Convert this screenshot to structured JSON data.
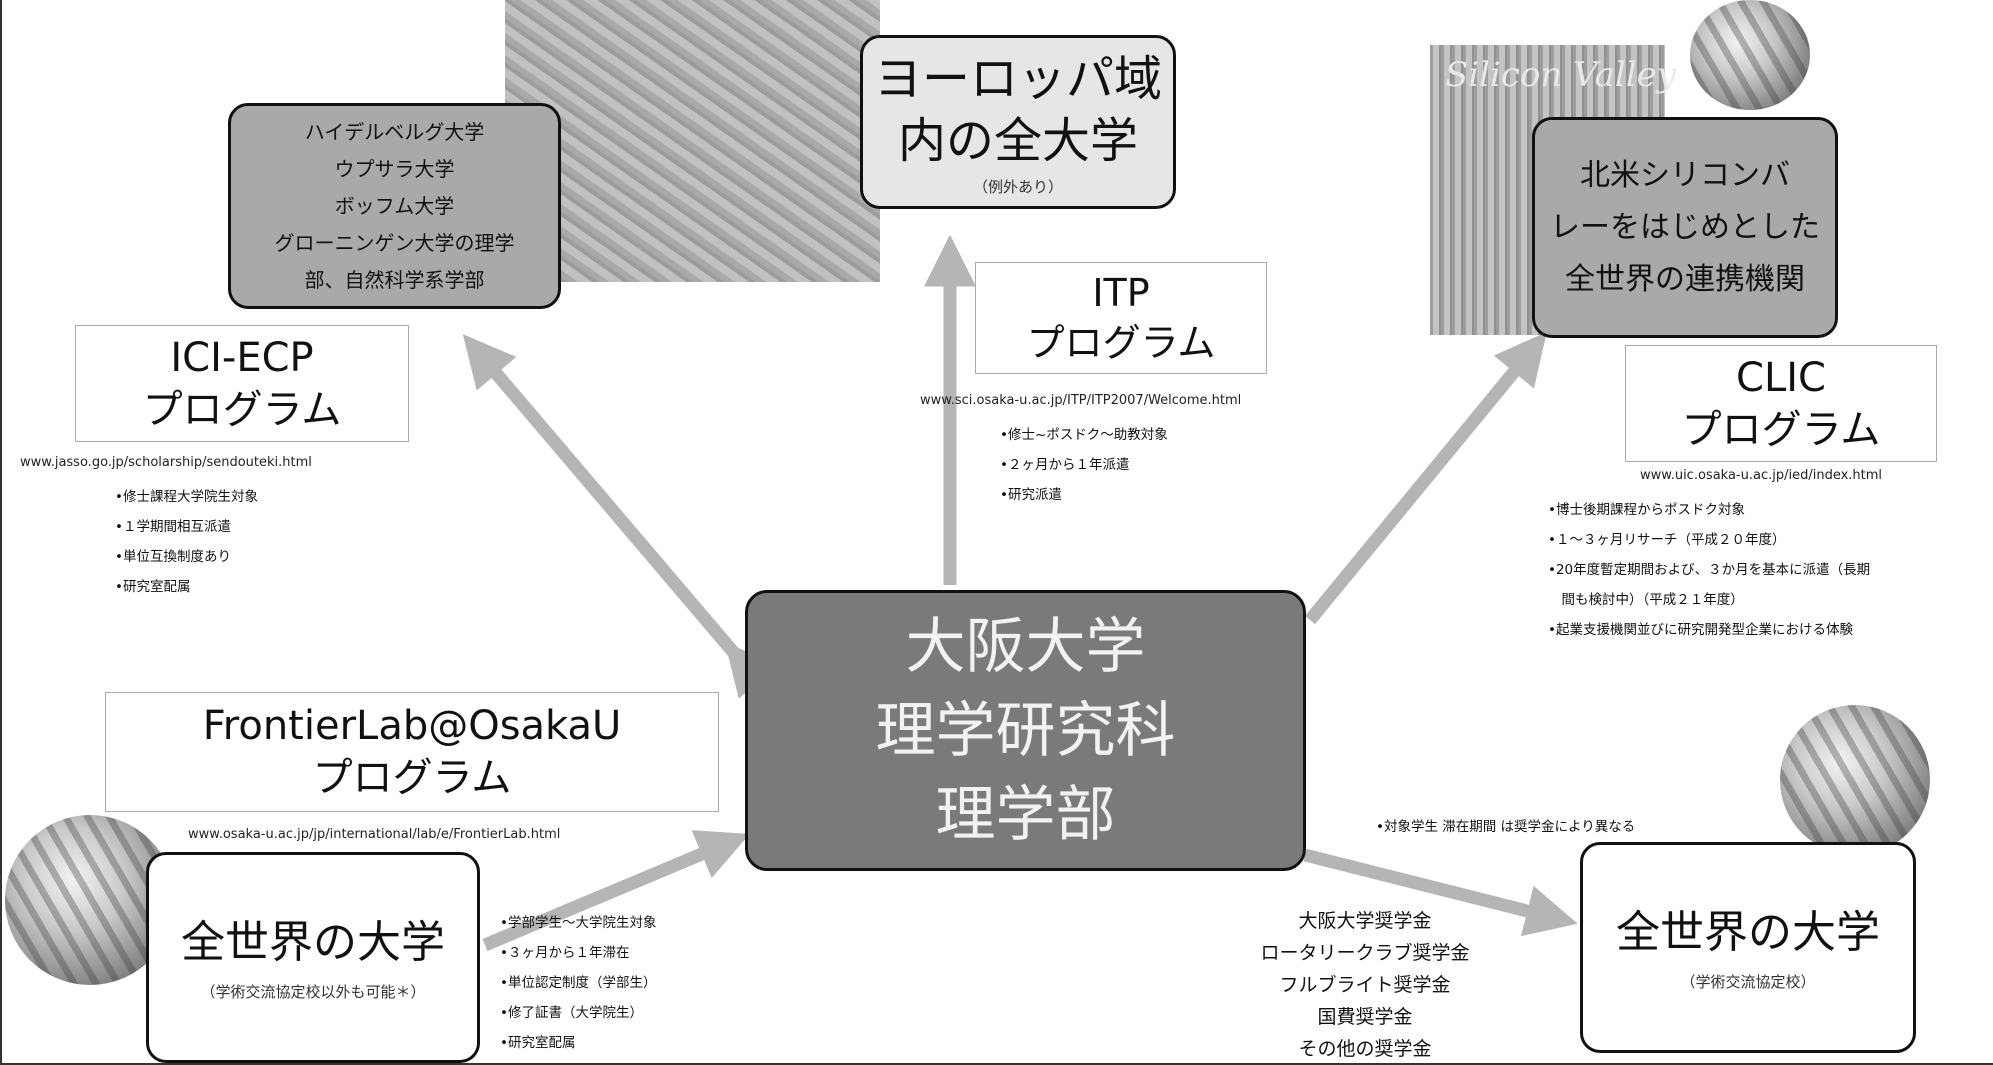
{
  "center": {
    "lines": [
      "大阪大学",
      "理学研究科",
      "理学部"
    ]
  },
  "ici": {
    "title_lines": [
      "ICI-ECP",
      "プログラム"
    ],
    "url": "www.jasso.go.jp/scholarship/sendouteki.html",
    "bullets": [
      "•修士課程大学院生対象",
      "•１学期間相互派遣",
      "•単位互換制度あり",
      "•研究室配属"
    ],
    "dest_lines": [
      "ハイデルベルグ大学",
      "ウプサラ大学",
      "ボッフム大学",
      "グローニンゲン大学の理学",
      "部、自然科学系学部"
    ]
  },
  "itp": {
    "title_lines": [
      "ITP",
      "プログラム"
    ],
    "url": "www.sci.osaka-u.ac.jp/ITP/ITP2007/Welcome.html",
    "bullets": [
      "•修士~ポスドク〜助教対象",
      "•２ヶ月から１年派遣",
      "•研究派遣"
    ],
    "dest_lines": [
      "ヨーロッパ域",
      "内の全大学"
    ],
    "dest_note": "（例外あり）"
  },
  "clic": {
    "title_lines": [
      "CLIC",
      "プログラム"
    ],
    "url": "www.uic.osaka-u.ac.jp/ied/index.html",
    "bullets": [
      "•博士後期課程からポスドク対象",
      "•１〜３ヶ月リサーチ（平成２０年度）",
      "•20年度暫定期間および、３か月を基本に派遣（長期",
      "　間も検討中）（平成２１年度）",
      "•起業支援機関並びに研究開発型企業における体験"
    ],
    "dest_lines": [
      "北米シリコンバ",
      "レーをはじめとした",
      "全世界の連携機関"
    ],
    "photo_caption": "Silicon Valley"
  },
  "frontier": {
    "title_lines": [
      "FrontierLab@OsakaU",
      "プログラム"
    ],
    "url": "www.osaka-u.ac.jp/jp/international/lab/e/FrontierLab.html",
    "bullets": [
      "•学部学生〜大学院生対象",
      "•３ヶ月から１年滞在",
      "•単位認定制度（学部生）",
      "•修了証書（大学院生）",
      "•研究室配属"
    ],
    "dest_title": "全世界の大学",
    "dest_note": "（学術交流協定校以外も可能＊）"
  },
  "scholarship": {
    "note": "•対象学生 滞在期間 は奨学金により異なる",
    "list": [
      "大阪大学奨学金",
      "ロータリークラブ奨学金",
      "フルブライト奨学金",
      "国費奨学金",
      "その他の奨学金"
    ],
    "dest_title": "全世界の大学",
    "dest_note": "（学術交流協定校）"
  },
  "colors": {
    "arrow": "#b5b5b5",
    "center_fill": "#7a7a7a",
    "dest_fill": "#a9a9a9"
  }
}
